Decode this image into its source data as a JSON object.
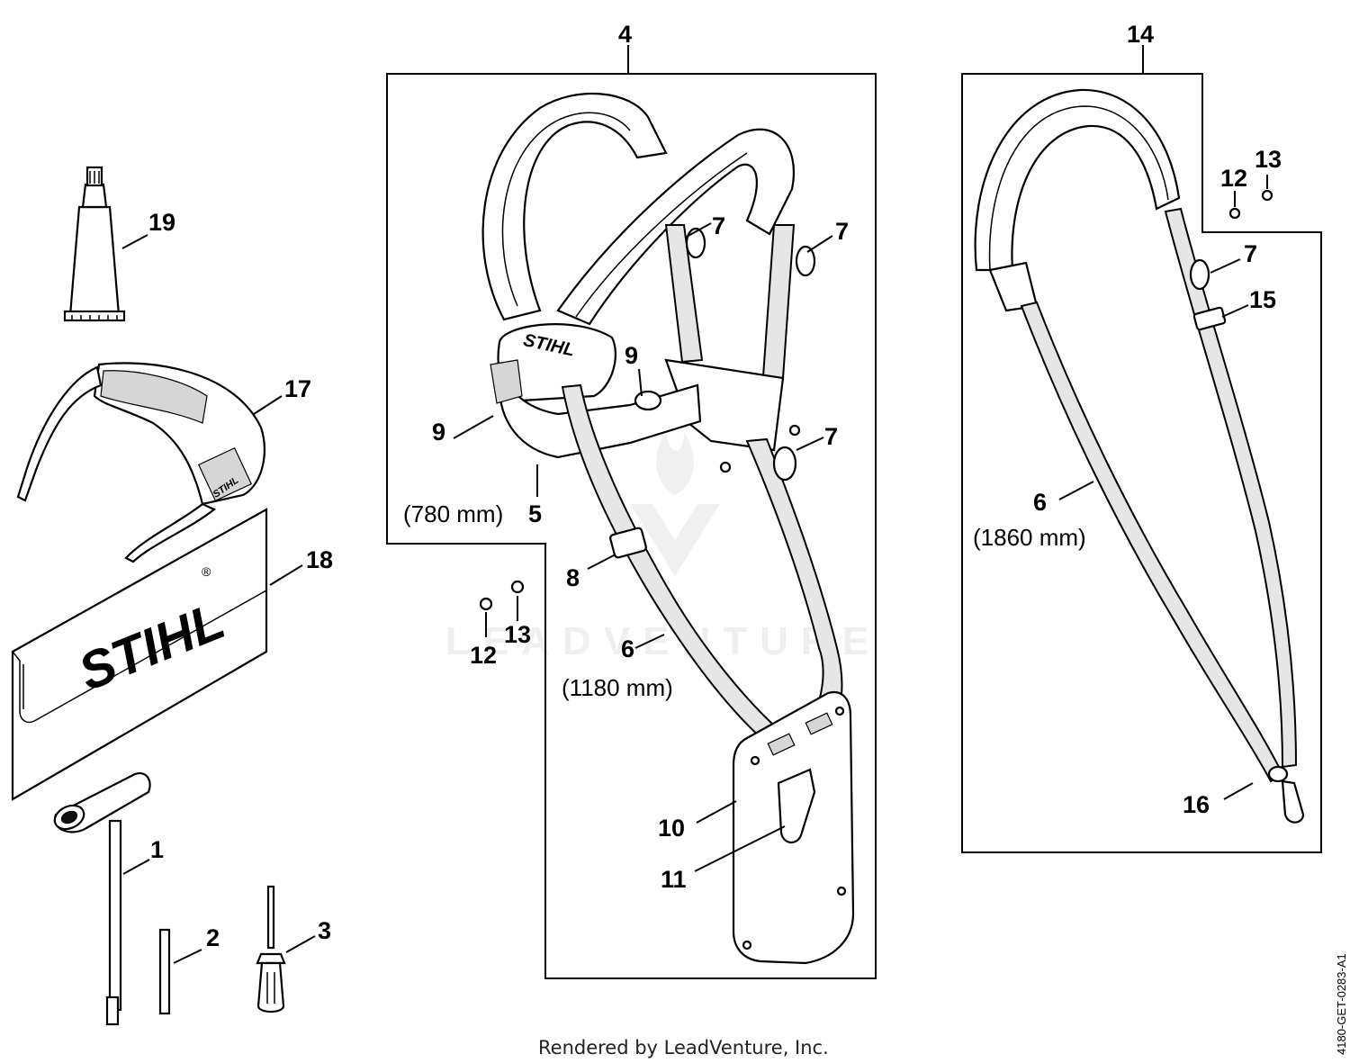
{
  "labels": {
    "l1": "1",
    "l2": "2",
    "l3": "3",
    "l4": "4",
    "l5": "5",
    "l6a": "6",
    "l6b": "6",
    "l7a": "7",
    "l7b": "7",
    "l7c": "7",
    "l7d": "7",
    "l8": "8",
    "l9a": "9",
    "l9b": "9",
    "l10": "10",
    "l11": "11",
    "l12a": "12",
    "l12b": "12",
    "l13a": "13",
    "l13b": "13",
    "l14": "14",
    "l15": "15",
    "l16": "16",
    "l17": "17",
    "l18": "18",
    "l19": "19"
  },
  "dimensions": {
    "d780": "(780 mm)",
    "d1180": "(1180 mm)",
    "d1860": "(1860 mm)"
  },
  "branding": {
    "bag_logo": "STIHL",
    "hip_logo": "STIHL",
    "glasses_logo": "STIHL",
    "registered": "®"
  },
  "watermark": "LEADVENTURE",
  "footer": "Rendered by LeadVenture, Inc.",
  "doc_id": "4180-GET-0283-A1"
}
